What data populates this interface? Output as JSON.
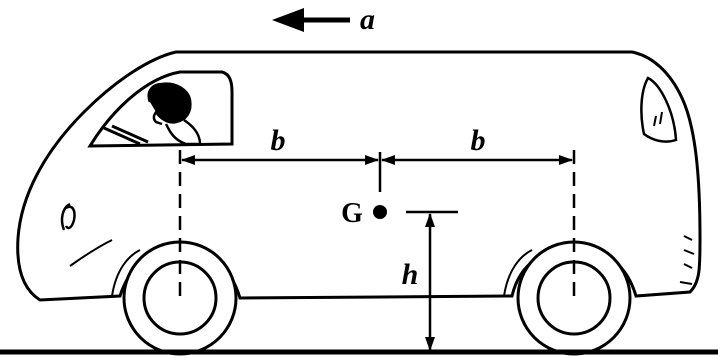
{
  "labels": {
    "acceleration": "a",
    "wheelbase_front": "b",
    "wheelbase_rear": "b",
    "center_of_gravity": "G",
    "height": "h"
  },
  "colors": {
    "ink": "#000000",
    "paper": "#ffffff"
  },
  "icons": {
    "acceleration_arrow": "left-arrow-icon",
    "driver": "driver-figure",
    "cg_point": "filled-dot"
  }
}
